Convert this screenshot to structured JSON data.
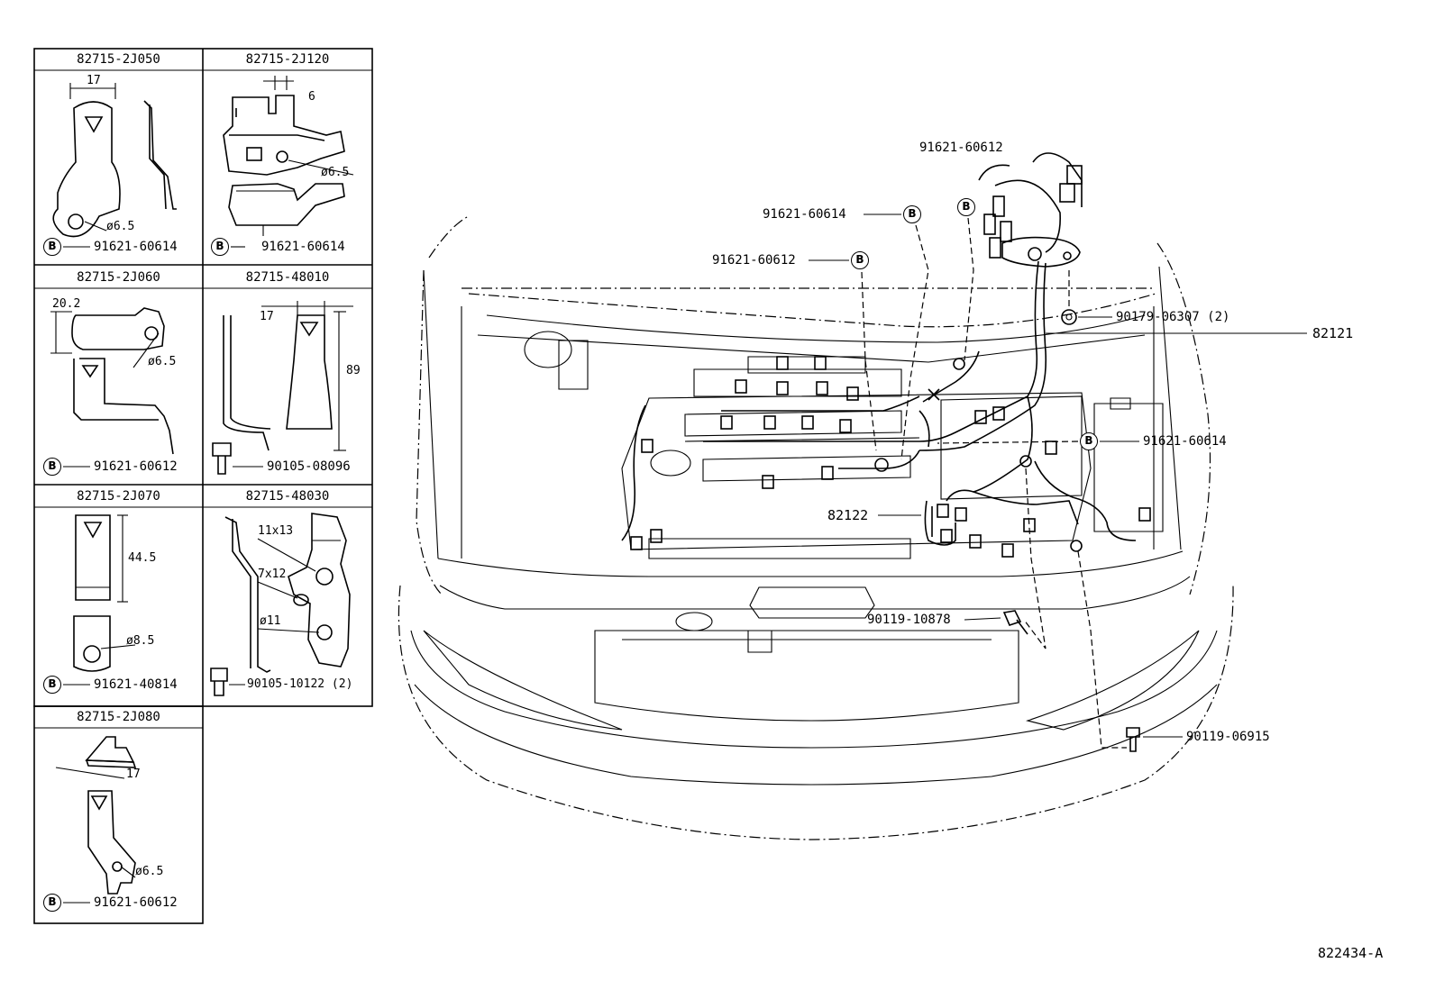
{
  "figure_code": "822434-A",
  "symbol_letter": "B",
  "inset_panels": [
    {
      "header": "82715-2J050",
      "dims": [
        "17",
        "ø6.5"
      ],
      "fastener": "91621-60614"
    },
    {
      "header": "82715-2J120",
      "dims": [
        "6",
        "ø6.5"
      ],
      "fastener": "91621-60614"
    },
    {
      "header": "82715-2J060",
      "dims": [
        "20.2",
        "ø6.5"
      ],
      "fastener": "91621-60612"
    },
    {
      "header": "82715-48010",
      "dims": [
        "17",
        "89"
      ],
      "fastener": "90105-08096"
    },
    {
      "header": "82715-2J070",
      "dims": [
        "44.5",
        "ø8.5"
      ],
      "fastener": "91621-40814"
    },
    {
      "header": "82715-48030",
      "dims": [
        "11x13",
        "7x12",
        "ø11"
      ],
      "fastener": "90105-10122 (2)"
    },
    {
      "header": "82715-2J080",
      "dims": [
        "17",
        "ø6.5"
      ],
      "fastener": "91621-60612"
    }
  ],
  "callouts": {
    "top_b": "91621-60612",
    "left_b_upper": "91621-60614",
    "left_b_lower": "91621-60612",
    "clip": "90179-06307 (2)",
    "harness_main": "82121",
    "right_b": "91621-60614",
    "harness_sub": "82122",
    "bolt_center": "90119-10878",
    "bolt_right": "90119-06915"
  }
}
